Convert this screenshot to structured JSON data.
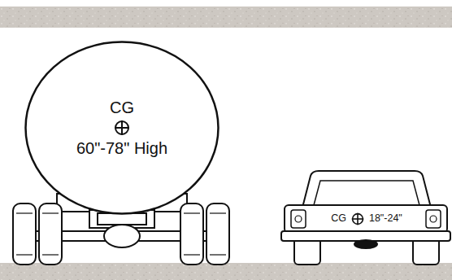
{
  "diagram": {
    "nodes": [
      {
        "text": [
          "CG",
          "60\"-78\" High"
        ]
      },
      {
        "text": [
          "CG",
          "18\"-24\""
        ]
      }
    ]
  }
}
